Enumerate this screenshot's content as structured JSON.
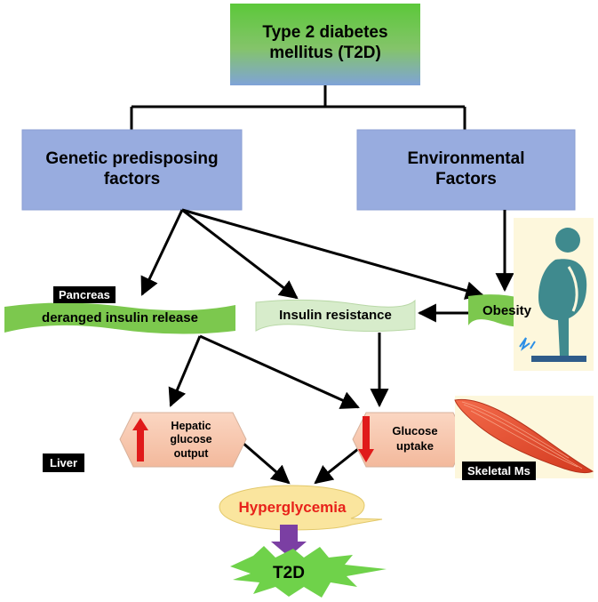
{
  "title": "Type 2 diabetes mellitus (T2D)",
  "genetic": {
    "line1": "Genetic predisposing",
    "line2": "factors"
  },
  "environmental": {
    "line1": "Environmental",
    "line2": "Factors"
  },
  "pancreas_tag": "Pancreas",
  "deranged_release": "deranged insulin release",
  "insulin_resistance": "Insulin resistance",
  "obesity": "Obesity",
  "hepatic": {
    "line1": "Hepatic",
    "line2": "glucose",
    "line3": "output"
  },
  "glucose_uptake": {
    "line1": "Glucose",
    "line2": "uptake"
  },
  "liver_tag": "Liver",
  "skeletal_tag": "Skeletal Ms",
  "hyperglycemia": "Hyperglycemia",
  "t2d": "T2D",
  "colors": {
    "title_gradient_top": "#5cc83a",
    "title_gradient_bottom": "#7fa3d8",
    "factor_box": "#98acdf",
    "green_banner": "#7cc84e",
    "pale_banner": "#d7eccb",
    "hex_fill": "#f7c6ad",
    "hyper_fill": "#fae59e",
    "hyper_text": "#e8221a",
    "purple_arrow": "#7b3fa3",
    "star": "#6fd24a",
    "up_down_arrow": "#e01a1a",
    "person": "#3f8a8e"
  },
  "icons": [
    "obese-person-icon",
    "scale-icon",
    "muscle-icon",
    "up-arrow-icon",
    "down-arrow-icon"
  ]
}
